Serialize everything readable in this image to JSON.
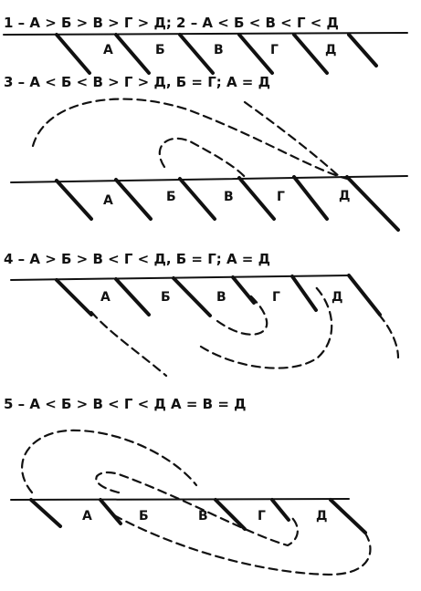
{
  "captions": [
    "1 – А > Б > В > Г > Д;  2 – А < Б < В < Г < Д",
    "3 – А <  Б <  В > Г > Д,    Б = Г;    А = Д",
    "4 – А > Б >  В  < Г < Д,    Б = Г;    А = Д",
    "5 – А < Б > В < Г < Д      А = В = Д"
  ],
  "panels": [
    {
      "labels": [
        "А",
        "Б",
        "В",
        "Г",
        "Д"
      ]
    },
    {
      "labels": [
        "А",
        "Б",
        "В",
        "Г",
        "Д"
      ]
    },
    {
      "labels": [
        "А",
        "Б",
        "В",
        "Г",
        "Д"
      ]
    },
    {
      "labels": [
        "А",
        "Б",
        "В",
        "Г",
        "Д"
      ]
    }
  ]
}
